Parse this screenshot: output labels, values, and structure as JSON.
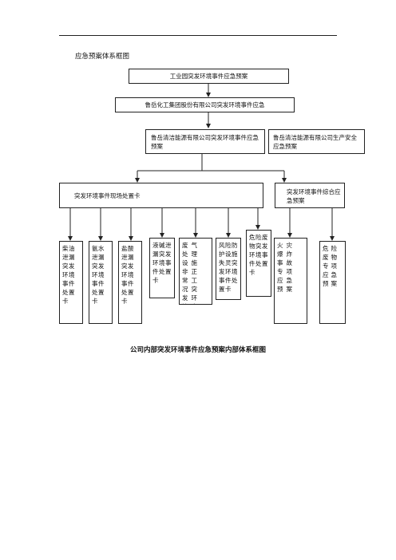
{
  "page": {
    "heading": "应急预案体系框图",
    "caption": "公司内部突发环境事件应急预案内部体系框图"
  },
  "diagram": {
    "top": "工业园突发环境事件应急预案",
    "group": "鲁岳化工集团股份有限公司突发环境事件应急",
    "company_env": "鲁岳清洁能源有限公司突发环境事件应急预案",
    "company_safety": "鲁岳清洁能源有限公司生产安全应急预案",
    "onsite_cards": "突发环境事件现场处置卡",
    "comprehensive": "突发环境事件综合应急预案",
    "cards": [
      "柴油泄漏突发环境事件处置卡",
      "氨水泄漏突发环境事件处置卡",
      "盐酸泄漏突发环境事件处置卡",
      "液碱泄漏突发环境事件处置卡",
      "废气处理设施非正常工况突发环境事",
      "风险防护设施失灵突发环境事件处置卡",
      "危险废物突发环境事件处置卡"
    ],
    "special_explosion": "火灾爆炸事故专项应急预案",
    "special_waste": "危险废物专项应急预案"
  }
}
